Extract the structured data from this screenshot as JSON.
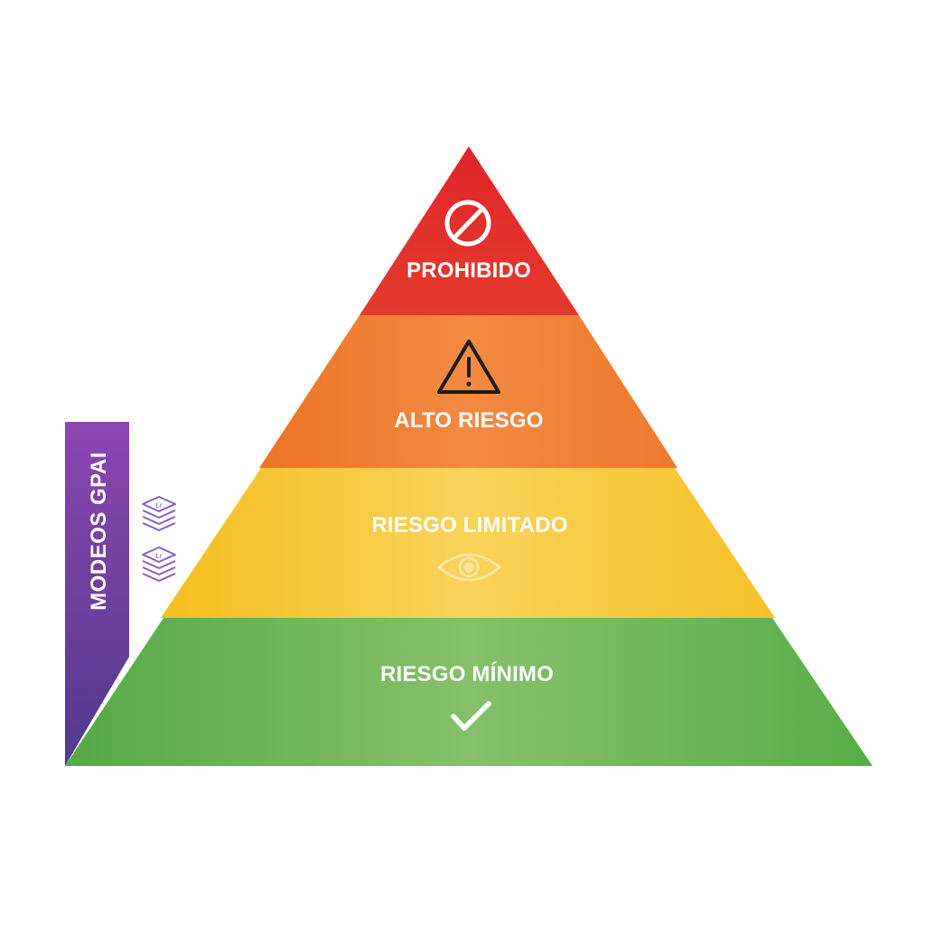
{
  "tiers": [
    {
      "label": "PROHIBIDO",
      "icon": "prohibited-icon",
      "color_top": "#e22b2b",
      "color_bottom": "#e0322a"
    },
    {
      "label": "ALTO RIESGO",
      "icon": "warning-icon",
      "color_top": "#ef7f2d",
      "color_bottom": "#f08a3a"
    },
    {
      "label": "RIESGO LIMITADO",
      "icon": "eye-icon",
      "color_top": "#f6c22a",
      "color_bottom": "#f7cd45"
    },
    {
      "label": "RIESGO MÍNIMO",
      "icon": "check-icon",
      "color_top": "#5fb04f",
      "color_bottom": "#6dbb5a"
    }
  ],
  "side_bar": {
    "label": "MODEOS GPAI",
    "color_top": "#8a48b0",
    "color_bottom": "#5a3b8c",
    "icons": [
      "model-stack-icon",
      "model-stack-icon"
    ],
    "icon_color": "#8a5cc0"
  }
}
